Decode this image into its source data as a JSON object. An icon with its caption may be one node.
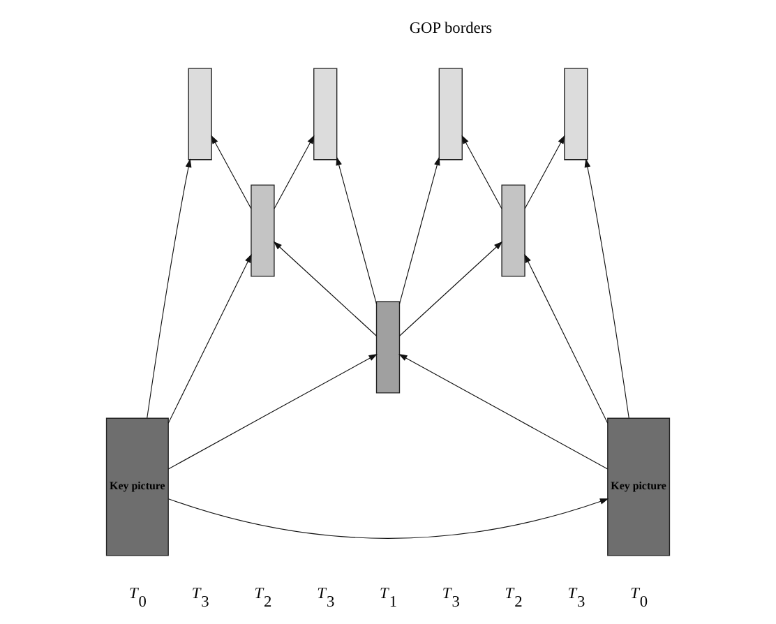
{
  "diagram": {
    "nodes": [
      {
        "text": [
          "Key picture"
        ]
      },
      {
        "text": [],
        "shape": "bar"
      },
      {
        "text": [],
        "shape": "bar"
      },
      {
        "text": [],
        "shape": "bar"
      },
      {
        "text": [],
        "shape": "bar"
      },
      {
        "text": [],
        "shape": "bar"
      },
      {
        "text": [],
        "shape": "bar"
      },
      {
        "text": [],
        "shape": "bar"
      },
      {
        "text": [
          "Key picture"
        ]
      }
    ],
    "edges": [
      {
        "from": 0,
        "to": 1,
        "arrow": "to"
      },
      {
        "from": 2,
        "to": 1,
        "arrow": "to"
      },
      {
        "from": 2,
        "to": 3,
        "arrow": "to"
      },
      {
        "from": 4,
        "to": 3,
        "arrow": "to"
      },
      {
        "from": 4,
        "to": 5,
        "arrow": "to"
      },
      {
        "from": 6,
        "to": 5,
        "arrow": "to"
      },
      {
        "from": 6,
        "to": 7,
        "arrow": "to"
      },
      {
        "from": 8,
        "to": 7,
        "arrow": "to"
      },
      {
        "from": 0,
        "to": 2,
        "arrow": "to"
      },
      {
        "from": 4,
        "to": 2,
        "arrow": "to"
      },
      {
        "from": 0,
        "to": 4,
        "arrow": "to"
      },
      {
        "from": 8,
        "to": 4,
        "arrow": "to"
      },
      {
        "from": 4,
        "to": 6,
        "arrow": "to"
      },
      {
        "from": 8,
        "to": 6,
        "arrow": "to"
      },
      {
        "from": 0,
        "to": 8,
        "arrow": "to"
      }
    ],
    "labels": [
      "GOP borders",
      "*T*$_{0}$",
      "*T*$_{3}$",
      "*T*$_{2}$",
      "*T*$_{3}$",
      "*T*$_{1}$",
      "*T*$_{3}$",
      "*T*$_{2}$",
      "*T*$_{3}$",
      "*T*$_{0}$"
    ]
  }
}
